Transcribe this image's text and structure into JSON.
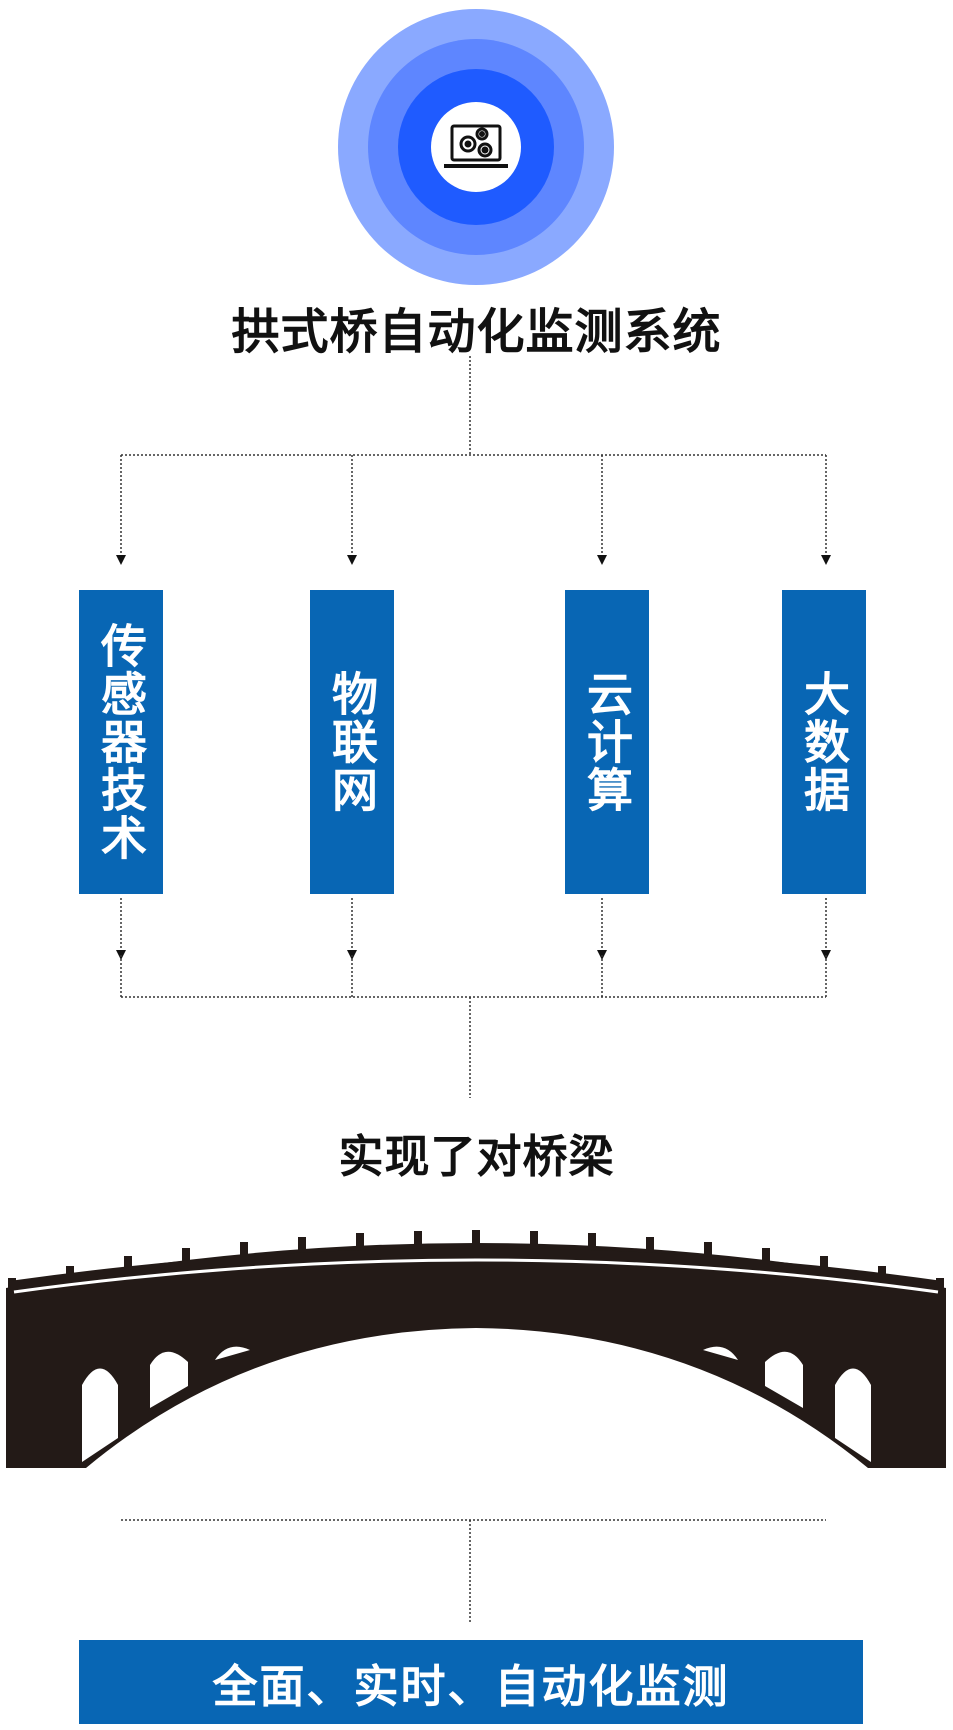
{
  "header": {
    "icon": "computer-gears-icon",
    "title": "拱式桥自动化监测系统"
  },
  "technologies": [
    {
      "label": "传感器技术"
    },
    {
      "label": "物联网"
    },
    {
      "label": "云计算"
    },
    {
      "label": "大数据"
    }
  ],
  "middle": {
    "subtitle": "实现了对桥梁",
    "image": "arch-bridge-silhouette"
  },
  "result": {
    "label": "全面、实时、自动化监测"
  },
  "colors": {
    "box_blue": "#0866b4",
    "ring_outer": "#8aa9ff",
    "ring_middle": "#4f7bff",
    "ring_inner": "#1f5bff",
    "bridge": "#231a17"
  }
}
